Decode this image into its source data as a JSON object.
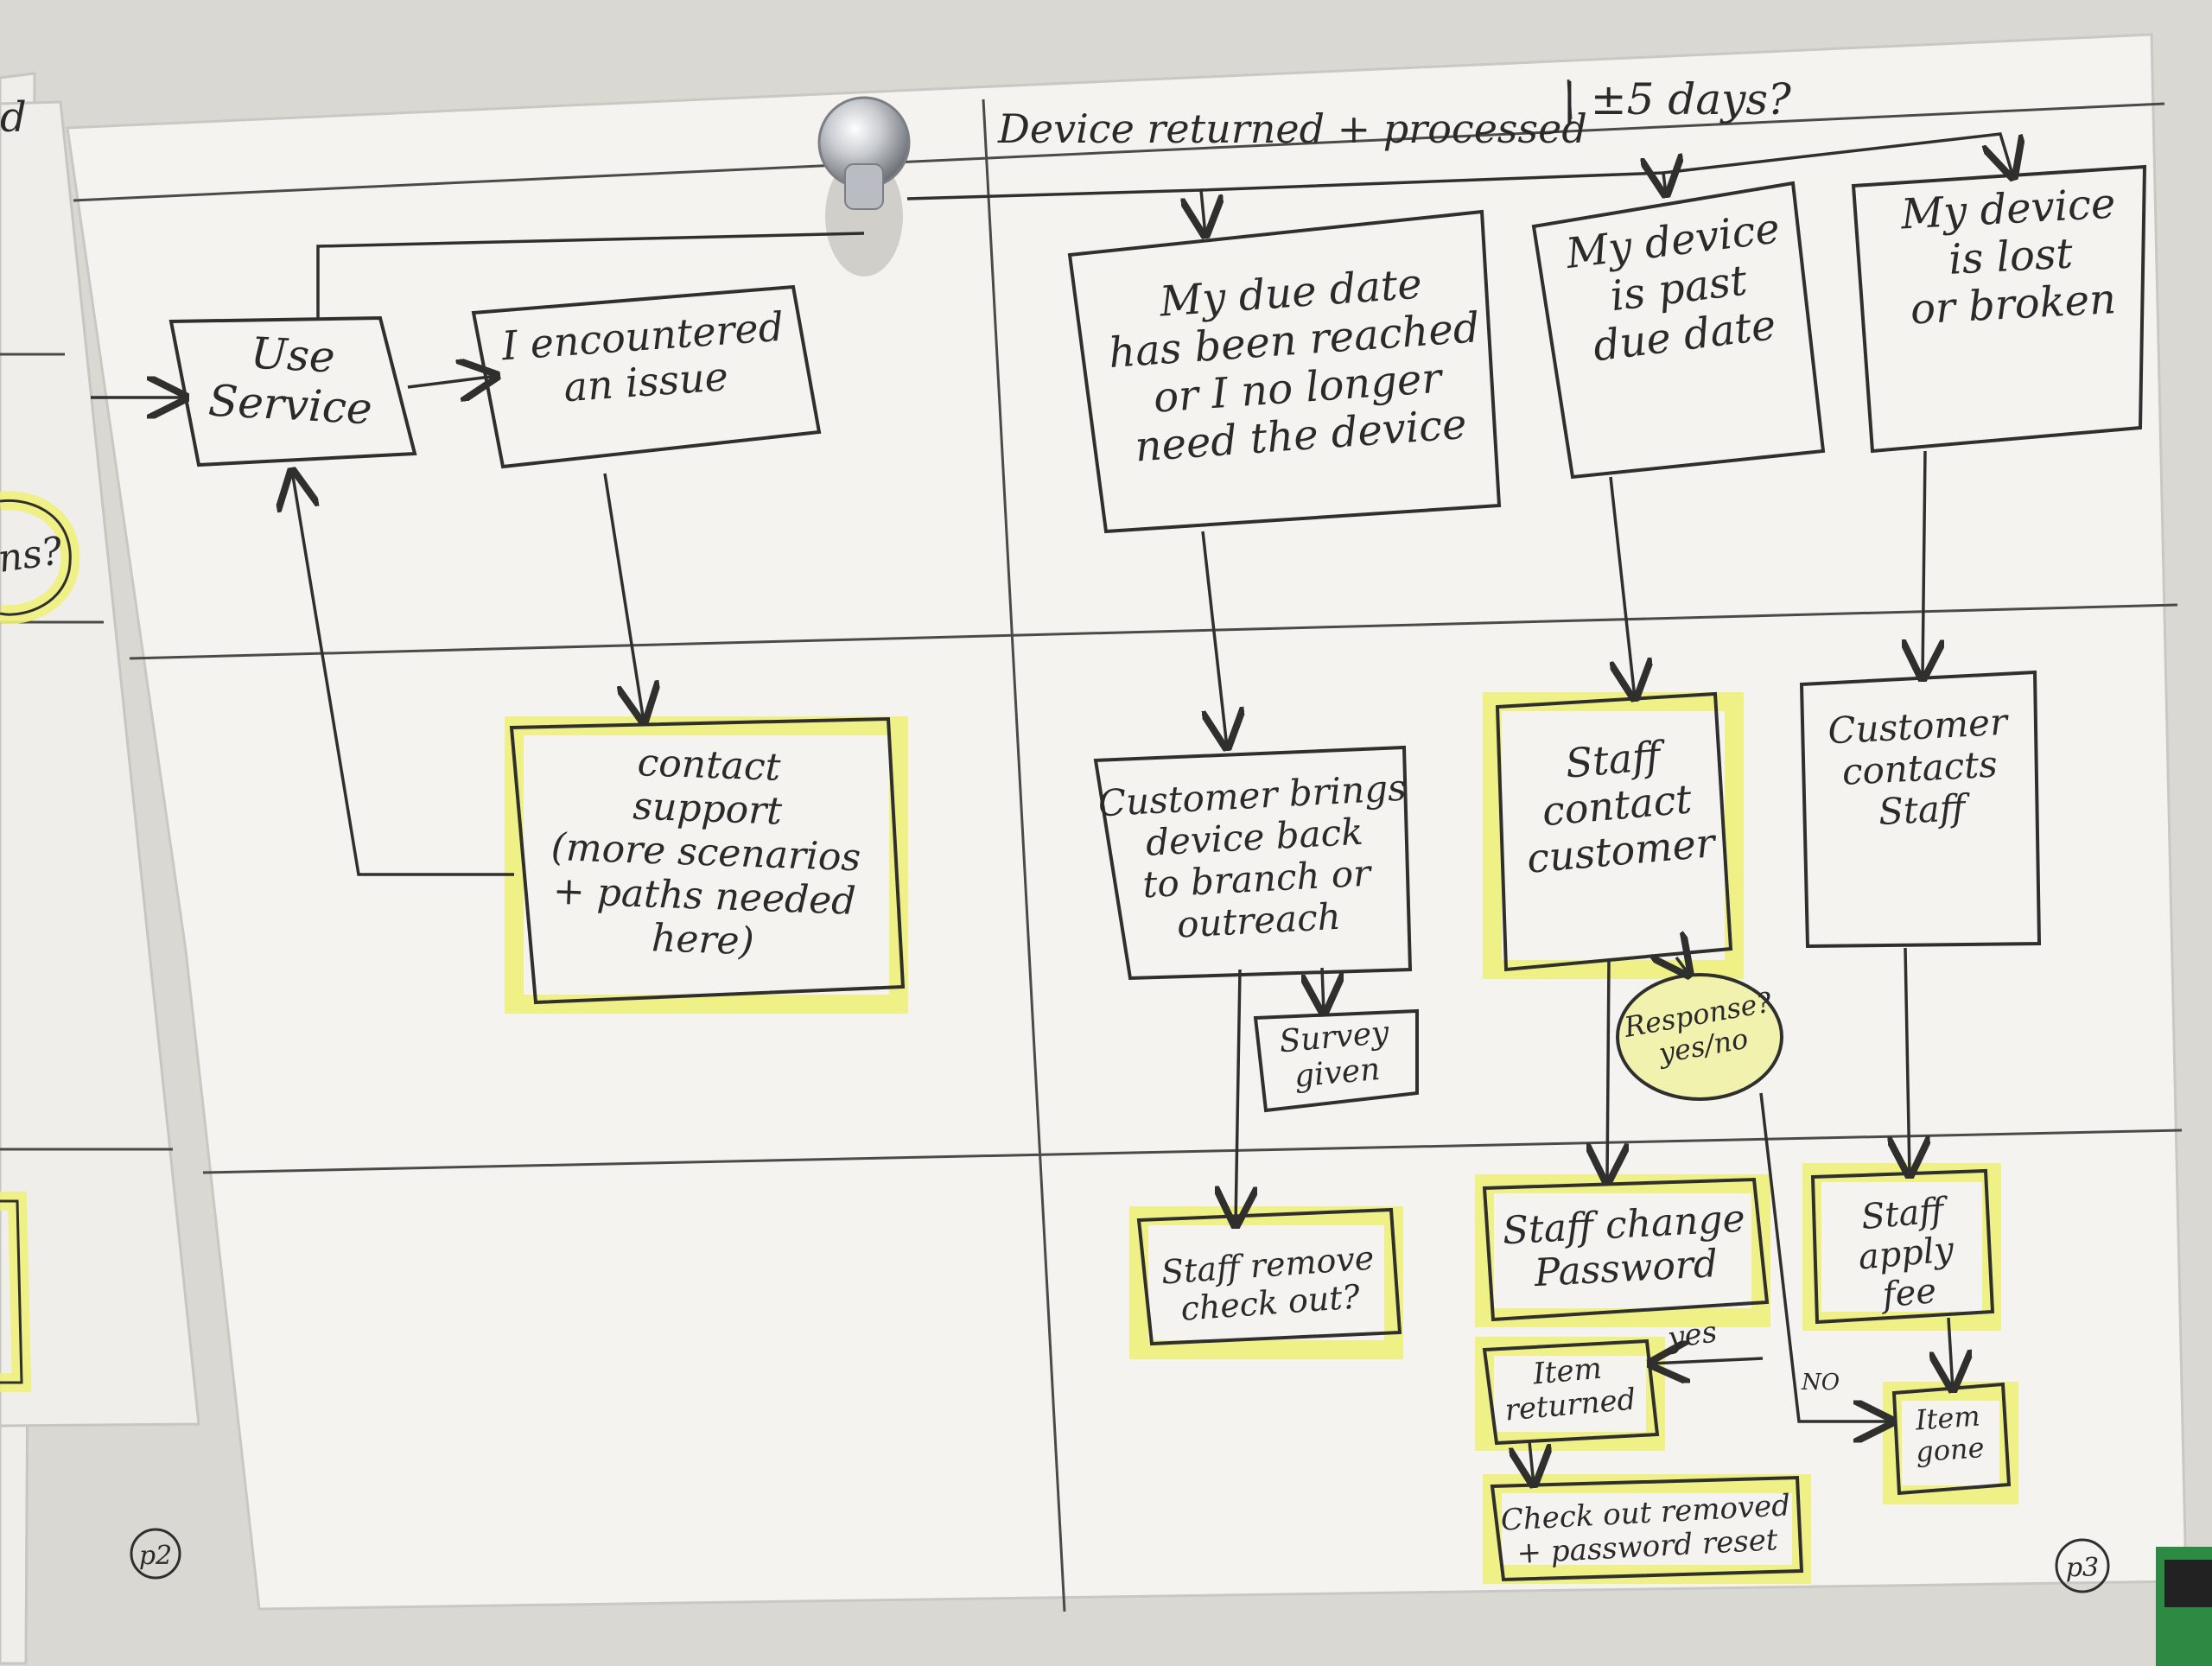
{
  "header": {
    "stage_title": "Device returned + processed",
    "timing_note": "| ±5 days?"
  },
  "nodes": {
    "use_service": [
      "Use",
      "Service"
    ],
    "encountered_issue": [
      "I encountered",
      "an issue"
    ],
    "contact_support": [
      "contact",
      "support",
      "(more scenarios",
      "+ paths needed",
      "here)"
    ],
    "due_date_reached": [
      "My due date",
      "has been reached",
      "or I no longer",
      "need the device"
    ],
    "past_due_date": [
      "My device",
      "is past",
      "due date"
    ],
    "lost_or_broken": [
      "My device",
      "is lost",
      "or broken"
    ],
    "customer_brings_back": [
      "Customer brings",
      "device back",
      "to branch or",
      "outreach"
    ],
    "survey_given": [
      "Survey",
      "given"
    ],
    "staff_contact_customer": [
      "Staff",
      "contact",
      "customer"
    ],
    "response_decision": [
      "Response?",
      "yes/no"
    ],
    "customer_contacts_staff": [
      "Customer",
      "contacts",
      "Staff"
    ],
    "staff_remove_checkout": [
      "Staff remove",
      "check out?"
    ],
    "staff_change_password": [
      "Staff change",
      "Password"
    ],
    "staff_apply_fee": [
      "Staff",
      "apply",
      "fee"
    ],
    "item_returned": [
      "Item",
      "returned"
    ],
    "item_gone": [
      "Item",
      "gone"
    ],
    "checkout_removed": [
      "Check out removed",
      "+ password reset"
    ]
  },
  "edge_labels": {
    "yes": "yes",
    "no": "NO"
  },
  "page_numbers": {
    "left": "p2",
    "right": "p3"
  },
  "left_sheet_fragments": {
    "top": "d",
    "oval": "ns?"
  },
  "colors": {
    "highlighter": "#eef07a",
    "ink": "#2f2f2e",
    "paper": "#f4f3ef",
    "wall": "#d9d8d3"
  }
}
